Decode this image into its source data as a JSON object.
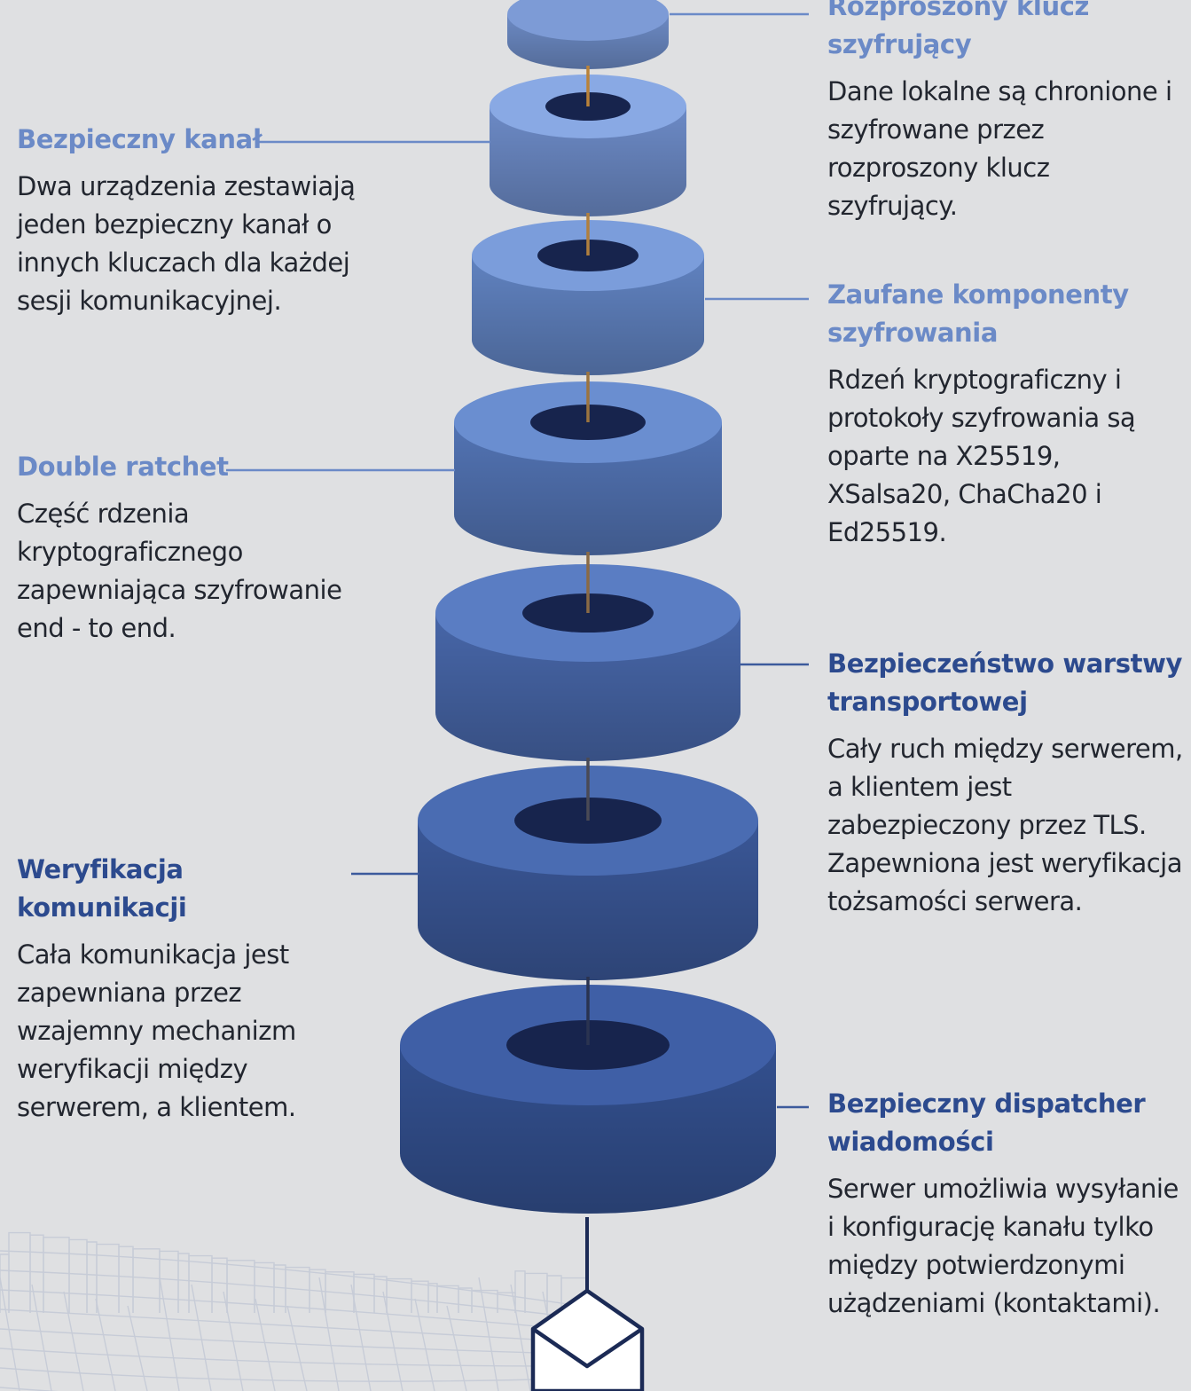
{
  "colors": {
    "background": "#dfe0e2",
    "heading_light": "#6b8ac7",
    "heading_dark": "#2c4a8e",
    "body_text": "#22262f",
    "connector": "#5a7cc4",
    "hole": "#17244d"
  },
  "layers": [
    {
      "heading": "Rozproszony klucz szyfrujący",
      "description": "Dane lokalne są chronione i szyfrowane przez rozproszony klucz szyfrujący."
    },
    {
      "heading": "Bezpieczny kanał",
      "description": "Dwa urządzenia zestawiają jeden bezpieczny kanał o innych kluczach dla każdej sesji komunikacyjnej."
    },
    {
      "heading": "Zaufane komponenty szyfrowania",
      "description": "Rdzeń kryptograficzny i protokoły szyfrowania są oparte na X25519, XSalsa20, ChaCha20 i Ed25519."
    },
    {
      "heading": "Double ratchet",
      "description": "Część rdzenia kryptograficznego zapewniająca szyfrowanie end - to end."
    },
    {
      "heading": "Bezpieczeństwo warstwy transportowej",
      "description": "Cały ruch między serwerem, a klientem jest zabezpieczony przez TLS. Zapewniona jest weryfikacja tożsamości serwera."
    },
    {
      "heading": "Weryfikacja komunikacji",
      "description": "Cała komunikacja jest zapewniana przez wzajemny mechanizm weryfikacji między serwerem, a klientem."
    },
    {
      "heading": "Bezpieczny dispatcher wiadomości",
      "description": "Serwer umożliwia wysyłanie i konfigurację kanału tylko między potwierdzonymi użądzeniami (kontaktami)."
    }
  ],
  "icons": {
    "bottom": "envelope-icon",
    "background": "city-skyline-sketch"
  }
}
